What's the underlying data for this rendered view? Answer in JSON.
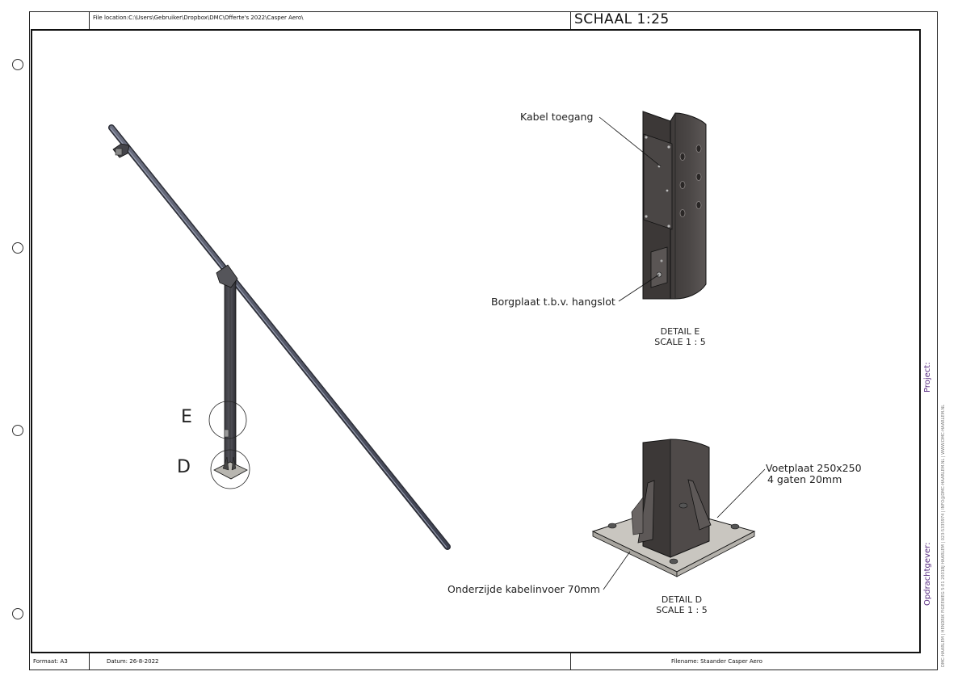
{
  "header": {
    "file_location": "File location:C:\\Users\\Gebruiker\\Dropbox\\DMC\\Offerte's 2022\\Casper Aero\\",
    "scale_title": "SCHAAL 1:25"
  },
  "footer": {
    "format": "Formaat: A3",
    "date": "Datum: 26-8-2022",
    "filename": "Filename: Staander Casper Aero"
  },
  "side_panel": {
    "project_label": "Project:",
    "client_label": "Opdrachtgever:",
    "company_info": "DMC-HAARLEM   |   HENDRIK FIGEEWEG 5-E1   2031BJ HAARLEM   |   023-5335974   |   INFO@DMC-HAARLEM.NL   |   WWW.DMC-HAARLEM.NL"
  },
  "annotations": {
    "kabel": "Kabel toegang",
    "borgplaat": "Borgplaat t.b.v. hangslot",
    "voetplaat_line1": "Voetplaat 250x250",
    "voetplaat_line2": "4 gaten 20mm",
    "onderzijde": "Onderzijde kabelinvoer 70mm"
  },
  "details": {
    "e_title": "DETAIL E",
    "e_scale": "SCALE 1 : 5",
    "d_title": "DETAIL D",
    "d_scale": "SCALE 1 : 5",
    "e_marker": "E",
    "d_marker": "D"
  }
}
